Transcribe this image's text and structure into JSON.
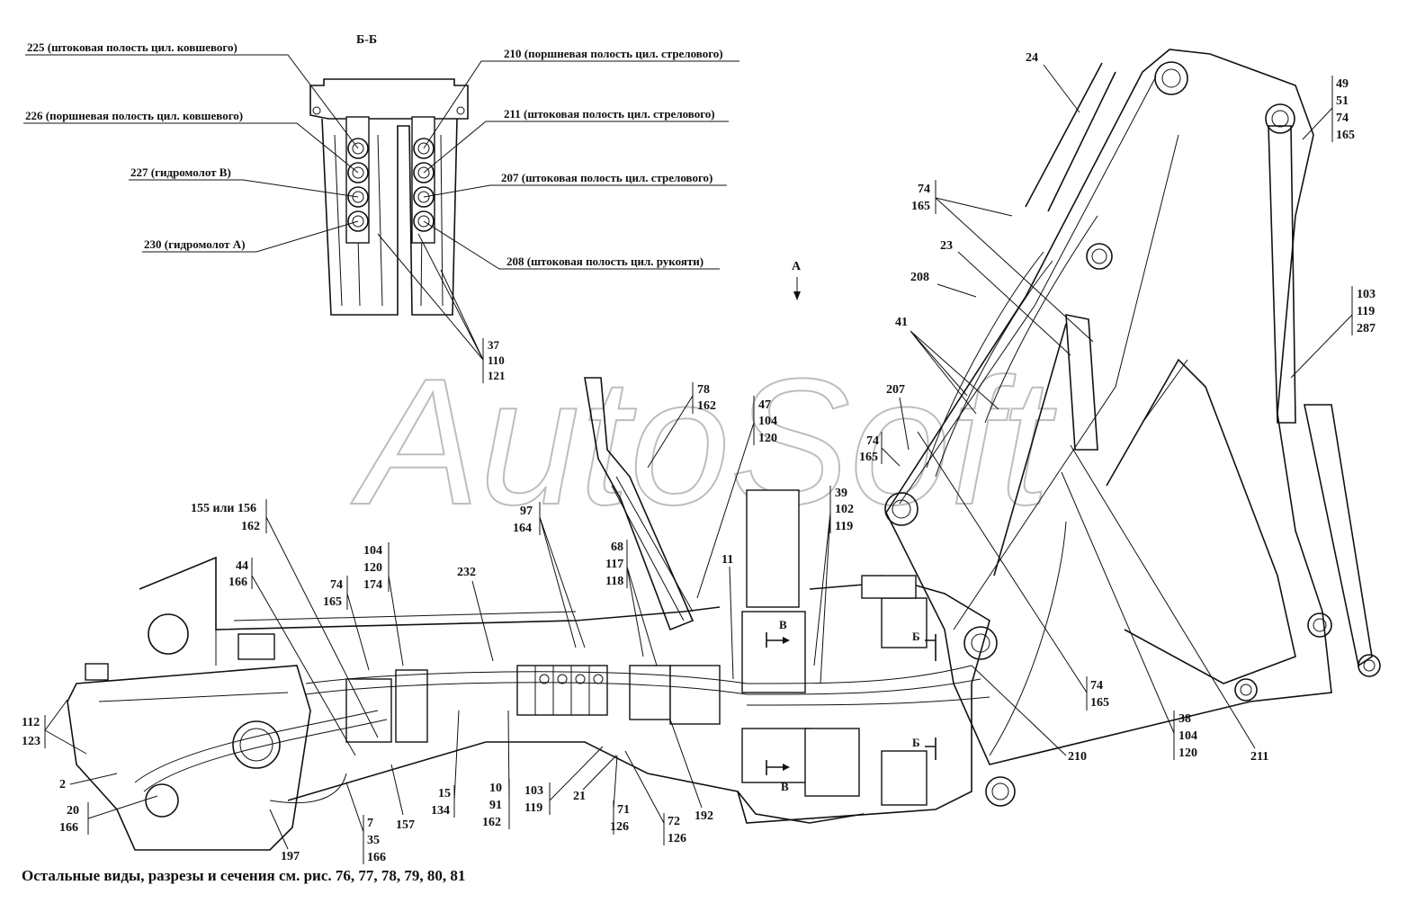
{
  "section_title": "Б-Б",
  "view_arrow_A": "А",
  "view_marker_B": "Б",
  "view_marker_V": "В",
  "watermark": "AutoSoft",
  "callouts": {
    "c225": "225 (штоковая полость цил. ковшевого)",
    "c226": "226 (поршневая полость цил. ковшевого)",
    "c227": "227 (гидромолот В)",
    "c230": "230 (гидромолот А)",
    "c210": "210 (поршневая полость цил. стрелового)",
    "c211": "211 (штоковая полость цил. стрелового)",
    "c207": "207 (штоковая полость цил. стрелового)",
    "c208": "208 (штоковая полость цил. рукояти)"
  },
  "groups": {
    "g37": [
      "37",
      "110",
      "121"
    ],
    "g78": [
      "78",
      "162"
    ],
    "g47": [
      "47",
      "104",
      "120"
    ],
    "g97": [
      "97",
      "164"
    ],
    "g155": [
      "155 или 156",
      "162"
    ],
    "g104": [
      "104",
      "120",
      "174"
    ],
    "g44": [
      "44",
      "166"
    ],
    "g74a": [
      "74",
      "165"
    ],
    "g68": [
      "68",
      "117",
      "118"
    ],
    "g39": [
      "39",
      "102",
      "119"
    ],
    "g74b": [
      "74",
      "165"
    ],
    "g74c": [
      "74",
      "165"
    ],
    "g49": [
      "49",
      "51",
      "74",
      "165"
    ],
    "g103b": [
      "103",
      "119",
      "287"
    ],
    "g112": [
      "112",
      "123"
    ],
    "g20": [
      "20",
      "166"
    ],
    "g7": [
      "7",
      "35",
      "166"
    ],
    "g15": [
      "15",
      "134"
    ],
    "g10": [
      "10",
      "91",
      "162"
    ],
    "g103": [
      "103",
      "119"
    ],
    "g71": [
      "71",
      "126"
    ],
    "g72": [
      "72",
      "126"
    ],
    "g74d": [
      "74",
      "165"
    ],
    "g38": [
      "38",
      "104",
      "120"
    ]
  },
  "singles": {
    "n24": "24",
    "n23": "23",
    "n208": "208",
    "n41": "41",
    "n207": "207",
    "n232": "232",
    "n11": "11",
    "n2": "2",
    "n197": "197",
    "n157": "157",
    "n21": "21",
    "n192": "192",
    "n210": "210",
    "n211": "211"
  },
  "caption": "Остальные виды, разрезы и сечения см. рис. 76, 77, 78, 79, 80, 81"
}
